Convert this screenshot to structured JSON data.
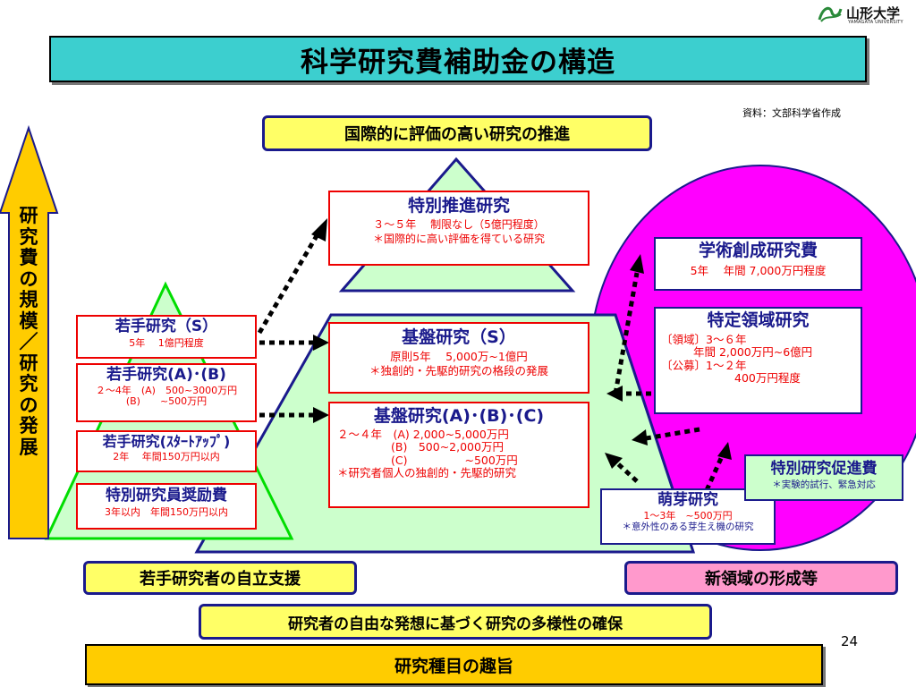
{
  "title": "科学研究費補助金の構造",
  "logo": {
    "text": "山形大学",
    "sub": "YAMAGATA UNIVERSITY"
  },
  "source": "資料：文部科学省作成",
  "side_arrow_label": "研究費の規模／研究の発展",
  "top_banner": "国際的に評価の高い研究の推進",
  "tokubetsu_suishin": {
    "title": "特別推進研究",
    "line1": "３〜５年　 制限なし（5億円程度）",
    "line2": "＊国際的に高い評価を得ている研究"
  },
  "gakujutsu_sousei": {
    "title": "学術創成研究費",
    "line1": "5年　 年間 7,000万円程度"
  },
  "tokutei_ryouiki": {
    "title": "特定領域研究",
    "line1": "〔領域〕3〜６年",
    "line2": "年間 2,000万円~6億円",
    "line3": "〔公募〕1〜２年",
    "line4": "400万円程度"
  },
  "kiban_s": {
    "title": "基盤研究（S）",
    "line1": "原則5年　 5,000万~1億円",
    "line2": "＊独創的・先駆的研究の格段の発展"
  },
  "kiban_abc": {
    "title": "基盤研究(A)･(B)･(C)",
    "line1": "２〜４年　(A) 2,000~5,000万円",
    "line2": "(B)　500~2,000万円",
    "line3": "(C)",
    "line3b": "~500万円",
    "line4": "＊研究者個人の独創的・先駆的研究"
  },
  "wakate_s": {
    "title": "若手研究（S）",
    "line1": "5年　 1億円程度"
  },
  "wakate_ab": {
    "title": "若手研究(A)･(B)",
    "line1": "２〜4年　(A)　500~3000万円",
    "line2": "(B)　　~500万円"
  },
  "wakate_startup": {
    "title": "若手研究(ｽﾀｰﾄｱｯﾌﾟ)",
    "line1": "2年　 年間150万円以内"
  },
  "tokubetsu_kenkyuin": {
    "title": "特別研究員奨励費",
    "line1": "3年以内　年間150万円以内"
  },
  "hoga": {
    "title": "萌芽研究",
    "line1": "1〜3年　~500万円",
    "line2": "＊意外性のある芽生え機の研究"
  },
  "tokubetsu_sokushin": {
    "title": "特別研究促進費",
    "line1": "＊実験的試行、緊急対応"
  },
  "label_young": "若手研究者の自立支援",
  "label_new": "新領域の形成等",
  "label_diversity": "研究者の自由な発想に基づく研究の多様性の確保",
  "bottom_bar": "研究種目の趣旨",
  "page_number": "24",
  "colors": {
    "navy": "#1a1a8c",
    "red": "#ee0000",
    "yellow": "#ffff66",
    "magenta": "#ff00ff",
    "green_fill": "#ccffcc",
    "cyan_title": "#3ccfcf",
    "orange_bar": "#ffcc00"
  }
}
